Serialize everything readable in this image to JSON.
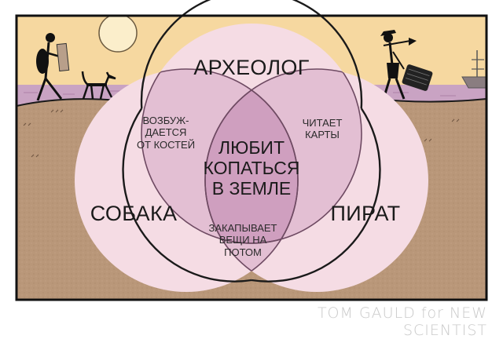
{
  "comic": {
    "title_labels": {
      "archaeologist": "АРХЕОЛОГ",
      "dog": "СОБАКА",
      "pirate": "ПИРАТ"
    },
    "intersections": {
      "archaeologist_dog": "ВОЗБУЖ-\nДАЕТСЯ\nОТ КОСТЕЙ",
      "archaeologist_pirate": "ЧИТАЕТ\nКАРТЫ",
      "dog_pirate": "ЗАКАПЫВАЕТ\nВЕЩИ НА\nПОТОМ",
      "all_three": "ЛЮБИТ\nКОПАТЬСЯ\nВ ЗЕМЛЕ"
    },
    "credit": "TOM GAULD for NEW SCIENTIST"
  },
  "colors": {
    "sky": "#f6d8a0",
    "sea": "#c9a3c3",
    "sand": "#b99779",
    "circle_fill": "#f5dce4",
    "pair_overlap": "#e3bfd3",
    "triple_overlap": "#cf9fbf",
    "outline": "#1a1a1a",
    "credit_text": "#c9c9c9"
  },
  "icons": [
    "sun-icon",
    "hiker-figure-icon",
    "dog-figure-icon",
    "pirate-figure-icon",
    "treasure-chest-icon",
    "ship-icon"
  ]
}
